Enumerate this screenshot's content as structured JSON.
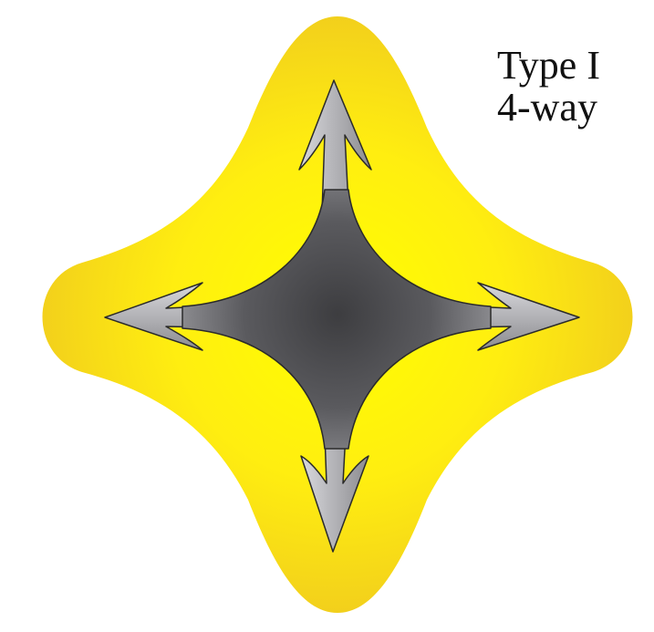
{
  "diagram": {
    "label_lines": [
      "Type I",
      "4-way"
    ],
    "colors": {
      "blob_center": "#ffff00",
      "blob_edge": "#f2cf1c",
      "arrow_light": "#d9d9dd",
      "arrow_dark": "#8c8c90",
      "core_center": "#3d3d40",
      "core_edge": "#8a8a8e",
      "stroke": "#2a2a2a"
    },
    "icons": {
      "background_shape": "four-lobed-star",
      "arrows": [
        "arrow-up-icon",
        "arrow-down-icon",
        "arrow-left-icon",
        "arrow-right-icon"
      ],
      "core": "concave-diamond"
    }
  }
}
